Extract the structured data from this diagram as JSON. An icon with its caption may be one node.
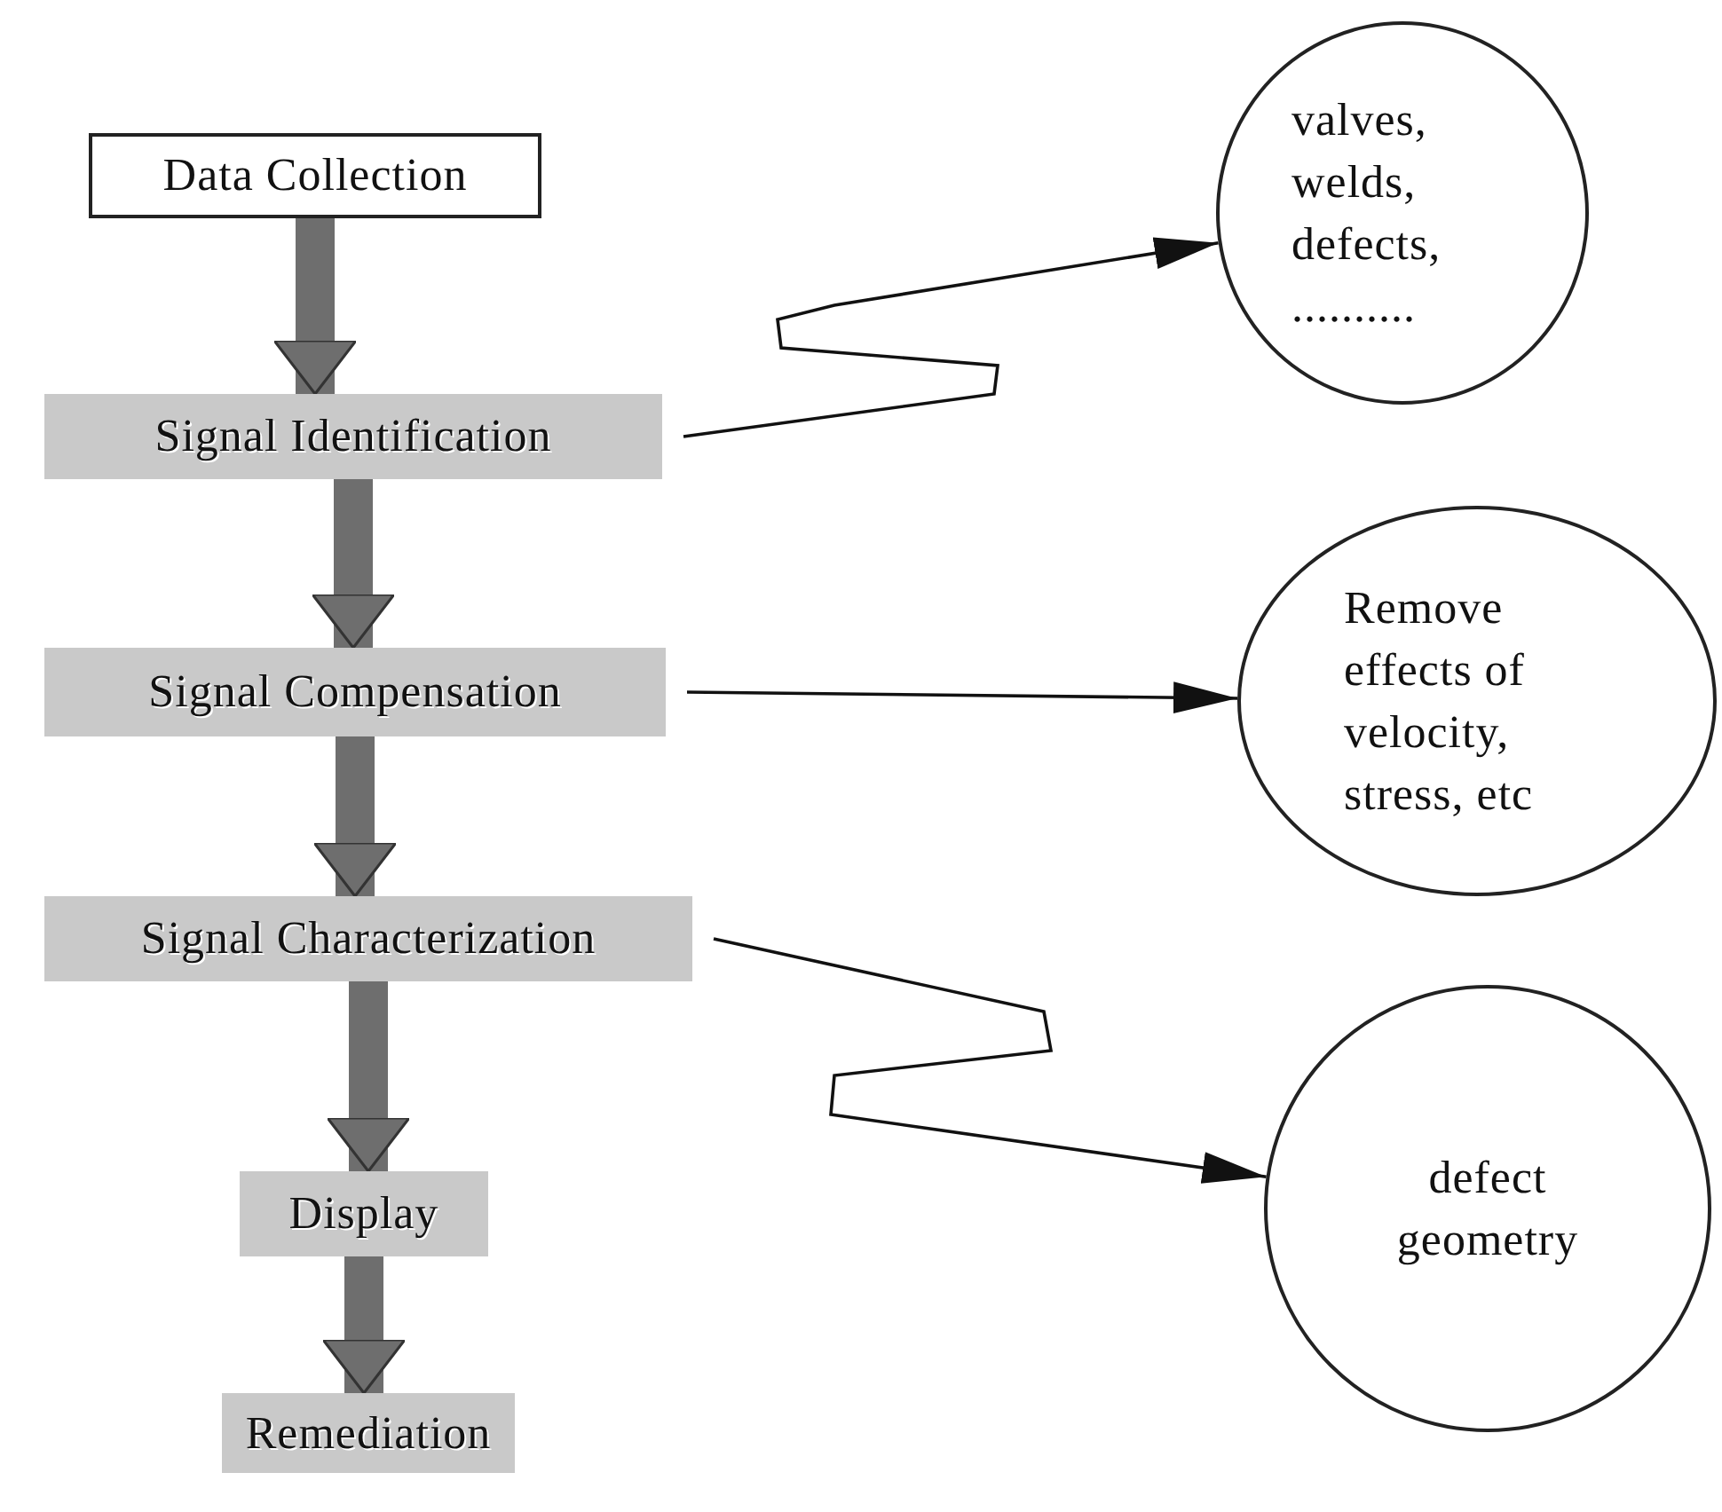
{
  "diagram": {
    "nodes": [
      {
        "text": [
          "Data Collection"
        ]
      },
      {
        "text": [
          "Signal Identification"
        ]
      },
      {
        "text": [
          "Signal Compensation"
        ]
      },
      {
        "text": [
          "Signal Characterization"
        ]
      },
      {
        "text": [
          "Display"
        ]
      },
      {
        "text": [
          "Remediation"
        ]
      },
      {
        "text": [
          "valves, welds, defects, .........."
        ]
      },
      {
        "text": [
          "Remove effects of velocity, stress, etc"
        ]
      },
      {
        "text": [
          "defect geometry"
        ]
      }
    ],
    "edges": [
      {
        "from": 0,
        "to": 1,
        "arrow": "to"
      },
      {
        "from": 1,
        "to": 2,
        "arrow": "to"
      },
      {
        "from": 2,
        "to": 3,
        "arrow": "to"
      },
      {
        "from": 3,
        "to": 4,
        "arrow": "to"
      },
      {
        "from": 4,
        "to": 5,
        "arrow": "to"
      },
      {
        "from": 1,
        "to": 6,
        "arrow": "to",
        "color": "#111111"
      },
      {
        "from": 2,
        "to": 7,
        "arrow": "to",
        "color": "#111111"
      },
      {
        "from": 3,
        "to": 8,
        "arrow": "to",
        "color": "#111111"
      }
    ]
  }
}
